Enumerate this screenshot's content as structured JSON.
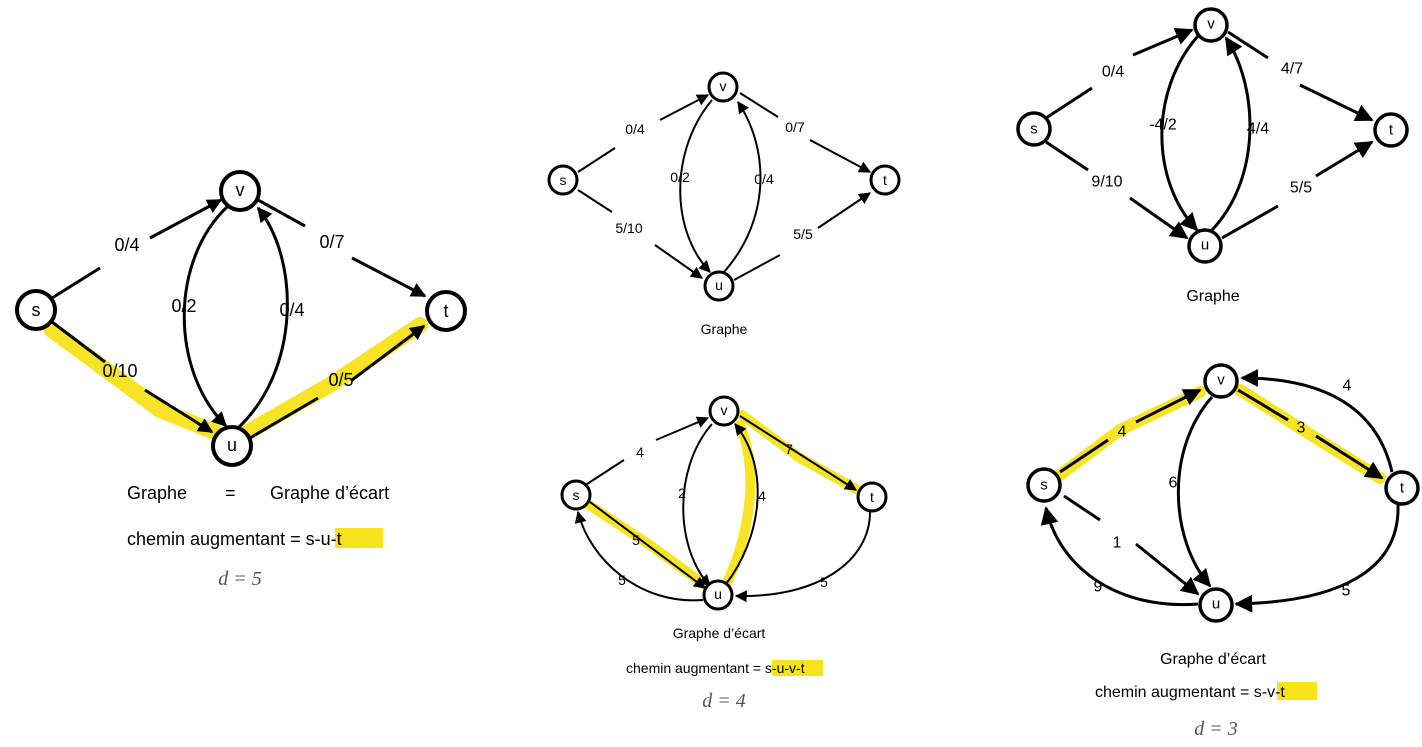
{
  "colors": {
    "highlight": "#f7e31a",
    "ink": "#000000",
    "muted": "#555555"
  },
  "panel1": {
    "nodes": {
      "s": "s",
      "v": "v",
      "u": "u",
      "t": "t"
    },
    "edges": {
      "sv": "0/4",
      "vt": "0/7",
      "vu": "0/2",
      "uv": "0/4",
      "su": "0/10",
      "ut": "0/5"
    },
    "caption_left": "Graphe",
    "caption_eq": "=",
    "caption_right": "Graphe d’écart",
    "path_prefix": "chemin augmentant = ",
    "path": "s-u-t",
    "d": "d = 5"
  },
  "panel2": {
    "nodes": {
      "s": "s",
      "v": "v",
      "u": "u",
      "t": "t"
    },
    "edges": {
      "sv": "0/4",
      "vt": "0/7",
      "vu": "0/2",
      "uv": "0/4",
      "su": "5/10",
      "ut": "5/5"
    },
    "caption": "Graphe"
  },
  "panel3": {
    "nodes": {
      "s": "s",
      "v": "v",
      "u": "u",
      "t": "t"
    },
    "edges": {
      "sv": "4",
      "vu": "2",
      "uv": "4",
      "vt": "7",
      "su": "5",
      "us": "5",
      "tu": "5"
    },
    "caption": "Graphe d’écart",
    "path_prefix": "chemin augmentant = ",
    "path": "s-u-v-t",
    "d": "d = 4"
  },
  "panel4": {
    "nodes": {
      "s": "s",
      "v": "v",
      "u": "u",
      "t": "t"
    },
    "edges": {
      "sv": "0/4",
      "vt": "4/7",
      "vu": "-4/2",
      "uv": "4/4",
      "su": "9/10",
      "ut": "5/5"
    },
    "caption": "Graphe"
  },
  "panel5": {
    "nodes": {
      "s": "s",
      "v": "v",
      "u": "u",
      "t": "t"
    },
    "edges": {
      "sv": "4",
      "tv": "4",
      "vt": "3",
      "vu": "6",
      "su": "1",
      "us": "9",
      "tu": "5"
    },
    "caption": "Graphe d’écart",
    "path_prefix": "chemin augmentant = ",
    "path": "s-v-t",
    "d": "d = 3"
  }
}
